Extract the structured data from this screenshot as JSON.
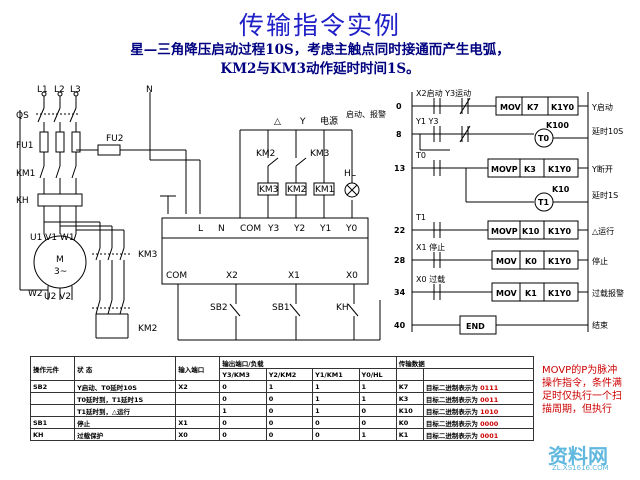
{
  "title": "传输指令实例",
  "subtitle_line1": "星—三角降压启动过程10S，考虑主触点同时接通而产生电弧，",
  "subtitle_line2": "KM2与KM3动作延时时间1S。",
  "main_circuit": {
    "phases": [
      "L1",
      "L2",
      "L3"
    ],
    "neutral": "N",
    "qs": "QS",
    "fu1": "FU1",
    "fu2": "FU2",
    "km1": "KM1",
    "kh": "KH",
    "motor_terms_top": "U1 V1 W1",
    "motor_label": "M",
    "motor_sub": "3~",
    "w2": "W2",
    "u2v2": "U2 V2",
    "km3": "KM3",
    "km2": "KM2"
  },
  "plc": {
    "out_labels": [
      "L",
      "N",
      "COM",
      "Y3",
      "Y2",
      "Y1",
      "Y0"
    ],
    "in_labels": [
      "COM",
      "X2",
      "X1",
      "X0"
    ],
    "coils": [
      "KM3",
      "KM2",
      "KM1"
    ],
    "coil_top": [
      "KM2",
      "KM3"
    ],
    "delta": "△",
    "y": "Y",
    "power": "电源",
    "start_alarm": "启动、报警",
    "hl": "HL",
    "sb2": "SB2",
    "sb1": "SB1",
    "kh": "KH"
  },
  "ladder": {
    "rungs": [
      {
        "step": "0",
        "contacts": "X2启动   Y3运动",
        "instr": [
          "MOV",
          "K7",
          "K1Y0"
        ],
        "comment": "Y启动"
      },
      {
        "step": "8",
        "contacts": "Y1       Y3",
        "instr": [
          "K100"
        ],
        "timer": "T0",
        "comment": "延时10S"
      },
      {
        "step": "13",
        "contacts": "T0",
        "instr": [
          "MOVP",
          "K3",
          "K1Y0"
        ],
        "comment": "Y断开"
      },
      {
        "step": "",
        "contacts": "",
        "instr": [
          "K10"
        ],
        "timer": "T1",
        "comment": "延时1S"
      },
      {
        "step": "22",
        "contacts": "T1",
        "instr": [
          "MOVP",
          "K10",
          "K1Y0"
        ],
        "comment": "△运行"
      },
      {
        "step": "28",
        "contacts": "X1   停止",
        "instr": [
          "MOV",
          "K0",
          "K1Y0"
        ],
        "comment": "停止"
      },
      {
        "step": "34",
        "contacts": "X0   过载",
        "instr": [
          "MOV",
          "K1",
          "K1Y0"
        ],
        "comment": "过载报警"
      },
      {
        "step": "40",
        "contacts": "",
        "instr": [
          "END"
        ],
        "comment": "结束"
      }
    ]
  },
  "table": {
    "headers": [
      "操作元件",
      "状    态",
      "输入端口",
      "输出端口/负载",
      "传输数据"
    ],
    "sub_headers": [
      "Y3/KM3",
      "Y2/KM2",
      "Y1/KM1",
      "Y0/HL"
    ],
    "rows": [
      {
        "op": "SB2",
        "state": "Y启动、T0延时10S",
        "in": "X2",
        "y3": "0",
        "y2": "1",
        "y1": "1",
        "y0": "1",
        "k": "K7",
        "text": "目标二进制表示为",
        "bin": "0111"
      },
      {
        "op": "",
        "state": "T0延时到，T1延时1S",
        "in": "",
        "y3": "0",
        "y2": "0",
        "y1": "1",
        "y0": "1",
        "k": "K3",
        "text": "目标二进制表示为",
        "bin": "0011"
      },
      {
        "op": "",
        "state": "T1延时到，△运行",
        "in": "",
        "y3": "1",
        "y2": "0",
        "y1": "1",
        "y0": "0",
        "k": "K10",
        "text": "目标二进制表示为",
        "bin": "1010"
      },
      {
        "op": "SB1",
        "state": "停止",
        "in": "X1",
        "y3": "0",
        "y2": "0",
        "y1": "0",
        "y0": "0",
        "k": "K0",
        "text": "目标二进制表示为",
        "bin": "0000"
      },
      {
        "op": "KH",
        "state": "过载保护",
        "in": "X0",
        "y3": "0",
        "y2": "0",
        "y1": "0",
        "y0": "1",
        "k": "K1",
        "text": "目标二进制表示为",
        "bin": "0001"
      }
    ]
  },
  "note": "MOVP的P为脉冲操作指令，条件满足时仅执行一个扫描周期，但执行",
  "watermark": {
    "brand": "资料网",
    "url": "ZL.XS1616.COM"
  },
  "colors": {
    "title": "#2020c8",
    "subtitle": "#000080",
    "note": "#cc0000",
    "watermark": "#3aa7d8"
  }
}
